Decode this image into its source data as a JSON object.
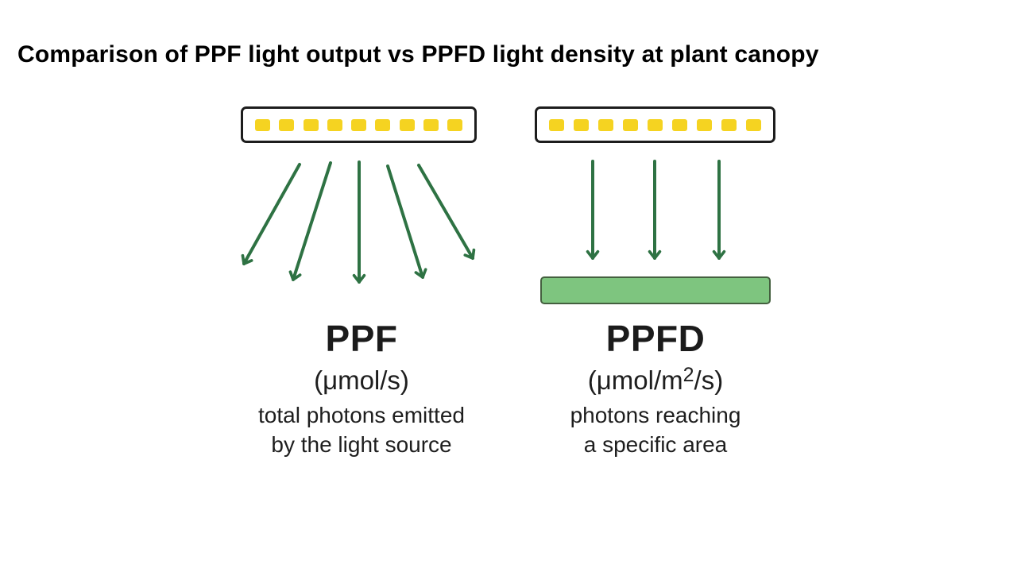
{
  "title": "Comparison of PPF light output vs PPFD light density at plant canopy",
  "colors": {
    "led_yellow": "#f5d321",
    "arrow_green": "#2e7243",
    "canopy_fill": "#7ec57f",
    "canopy_border": "#44603f",
    "fixture_border": "#1d1d1d",
    "text": "#1e1e1e"
  },
  "left_panel": {
    "led_count": 9,
    "arrow_count": 5,
    "acronym": "PPF",
    "unit": "(μmol/s)",
    "description_line1": "total photons emitted",
    "description_line2": "by the light source"
  },
  "right_panel": {
    "led_count": 9,
    "arrow_count": 3,
    "acronym": "PPFD",
    "unit_prefix": "(μmol/m",
    "unit_superscript": "2",
    "unit_suffix": "/s)",
    "description_line1": "photons reaching",
    "description_line2": "a specific area"
  }
}
